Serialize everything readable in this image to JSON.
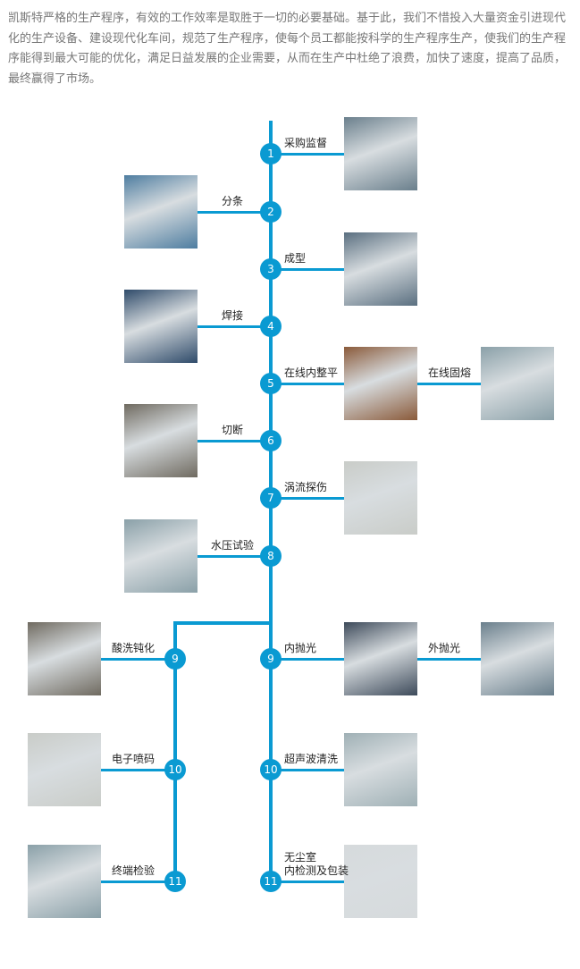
{
  "intro": "凯斯特严格的生产程序，有效的工作效率是取胜于一切的必要基础。基于此，我们不惜投入大量资金引进现代化的生产设备、建设现代化车间，规范了生产程序，使每个员工都能按科学的生产程序生产，使我们的生产程序能得到最大可能的优化，满足日益发展的企业需要，从而在生产中杜绝了浪费，加快了速度，提高了品质，最终赢得了市场。",
  "accent": "#0a9ad2",
  "steps": [
    {
      "num": "1",
      "label": "采购监督",
      "label2": ""
    },
    {
      "num": "2",
      "label": "分条"
    },
    {
      "num": "3",
      "label": "成型"
    },
    {
      "num": "4",
      "label": "焊接"
    },
    {
      "num": "5",
      "label": "在线内整平",
      "label2": "在线固熔"
    },
    {
      "num": "6",
      "label": "切断"
    },
    {
      "num": "7",
      "label": "涡流探伤"
    },
    {
      "num": "8",
      "label": "水压试验"
    },
    {
      "num": "9",
      "label": "内抛光",
      "label2": "外抛光"
    },
    {
      "num": "10",
      "label": "超声波清洗"
    },
    {
      "num": "11",
      "label": "无尘室内检测及包装"
    }
  ],
  "branch": [
    {
      "num": "9",
      "label": "酸洗钝化"
    },
    {
      "num": "10",
      "label": "电子喷码"
    },
    {
      "num": "11",
      "label": "终端检验"
    }
  ]
}
